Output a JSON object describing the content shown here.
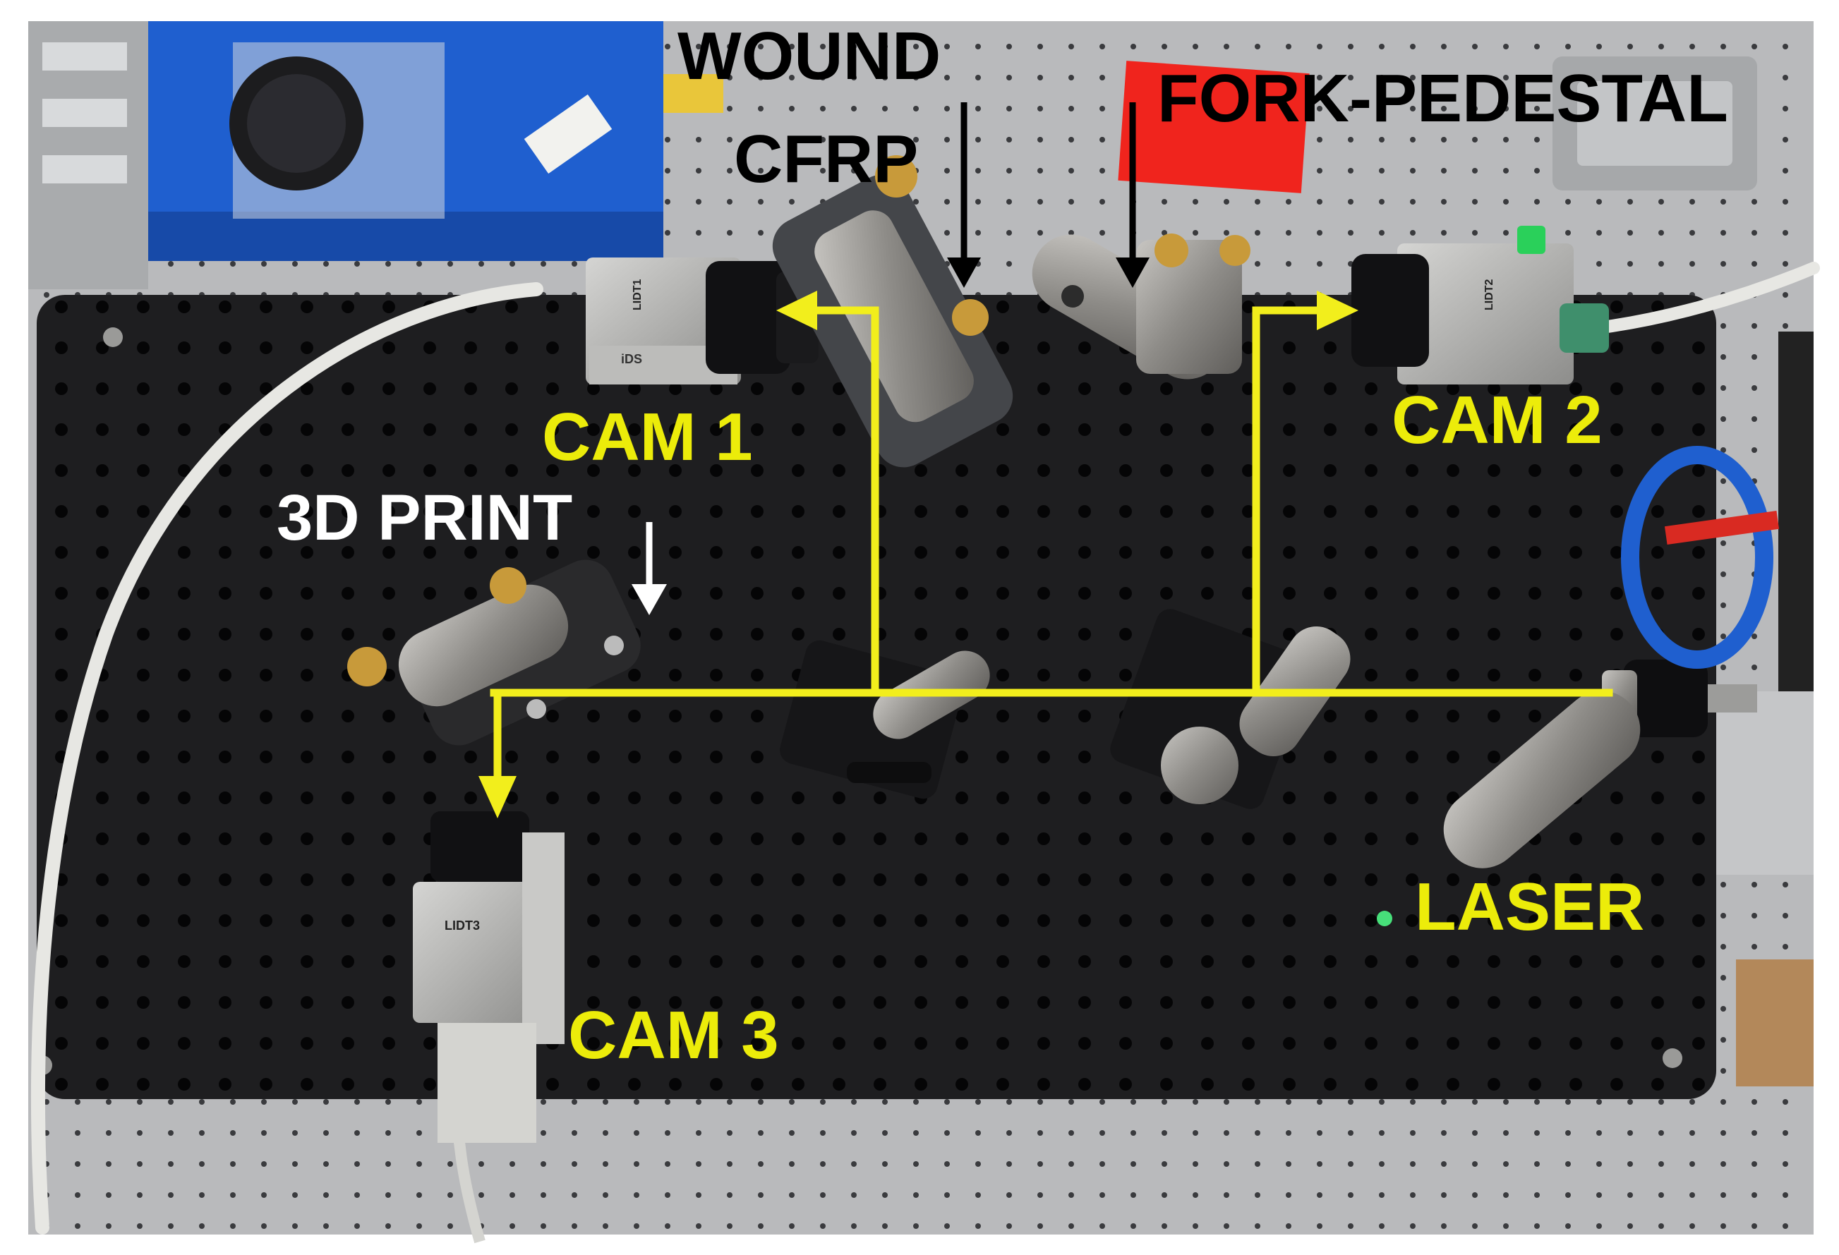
{
  "labels": {
    "wound_line1": "WOUND",
    "wound_line2": "CFRP",
    "fork_pedestal": "FORK-PEDESTAL",
    "cam1": "CAM 1",
    "cam2": "CAM 2",
    "cam3": "CAM 3",
    "print3d": "3D PRINT",
    "laser": "LASER"
  },
  "device_tags": {
    "cam1": "LIDT1",
    "cam2": "LIDT2",
    "cam3": "LIDT3",
    "brand": "iDS"
  },
  "colors": {
    "beam": "#f2ee1c",
    "label_yellow": "#ecec0a",
    "label_black": "#000000",
    "label_white": "#ffffff",
    "breadboard": "#1e1e20",
    "table": "#b7b9bb",
    "bin_blue": "#1f5fcf",
    "tag_red": "#f0241d",
    "mount_grey": "#8c8a86",
    "brass": "#c89a3a",
    "laser_dot": "#47e07a"
  }
}
